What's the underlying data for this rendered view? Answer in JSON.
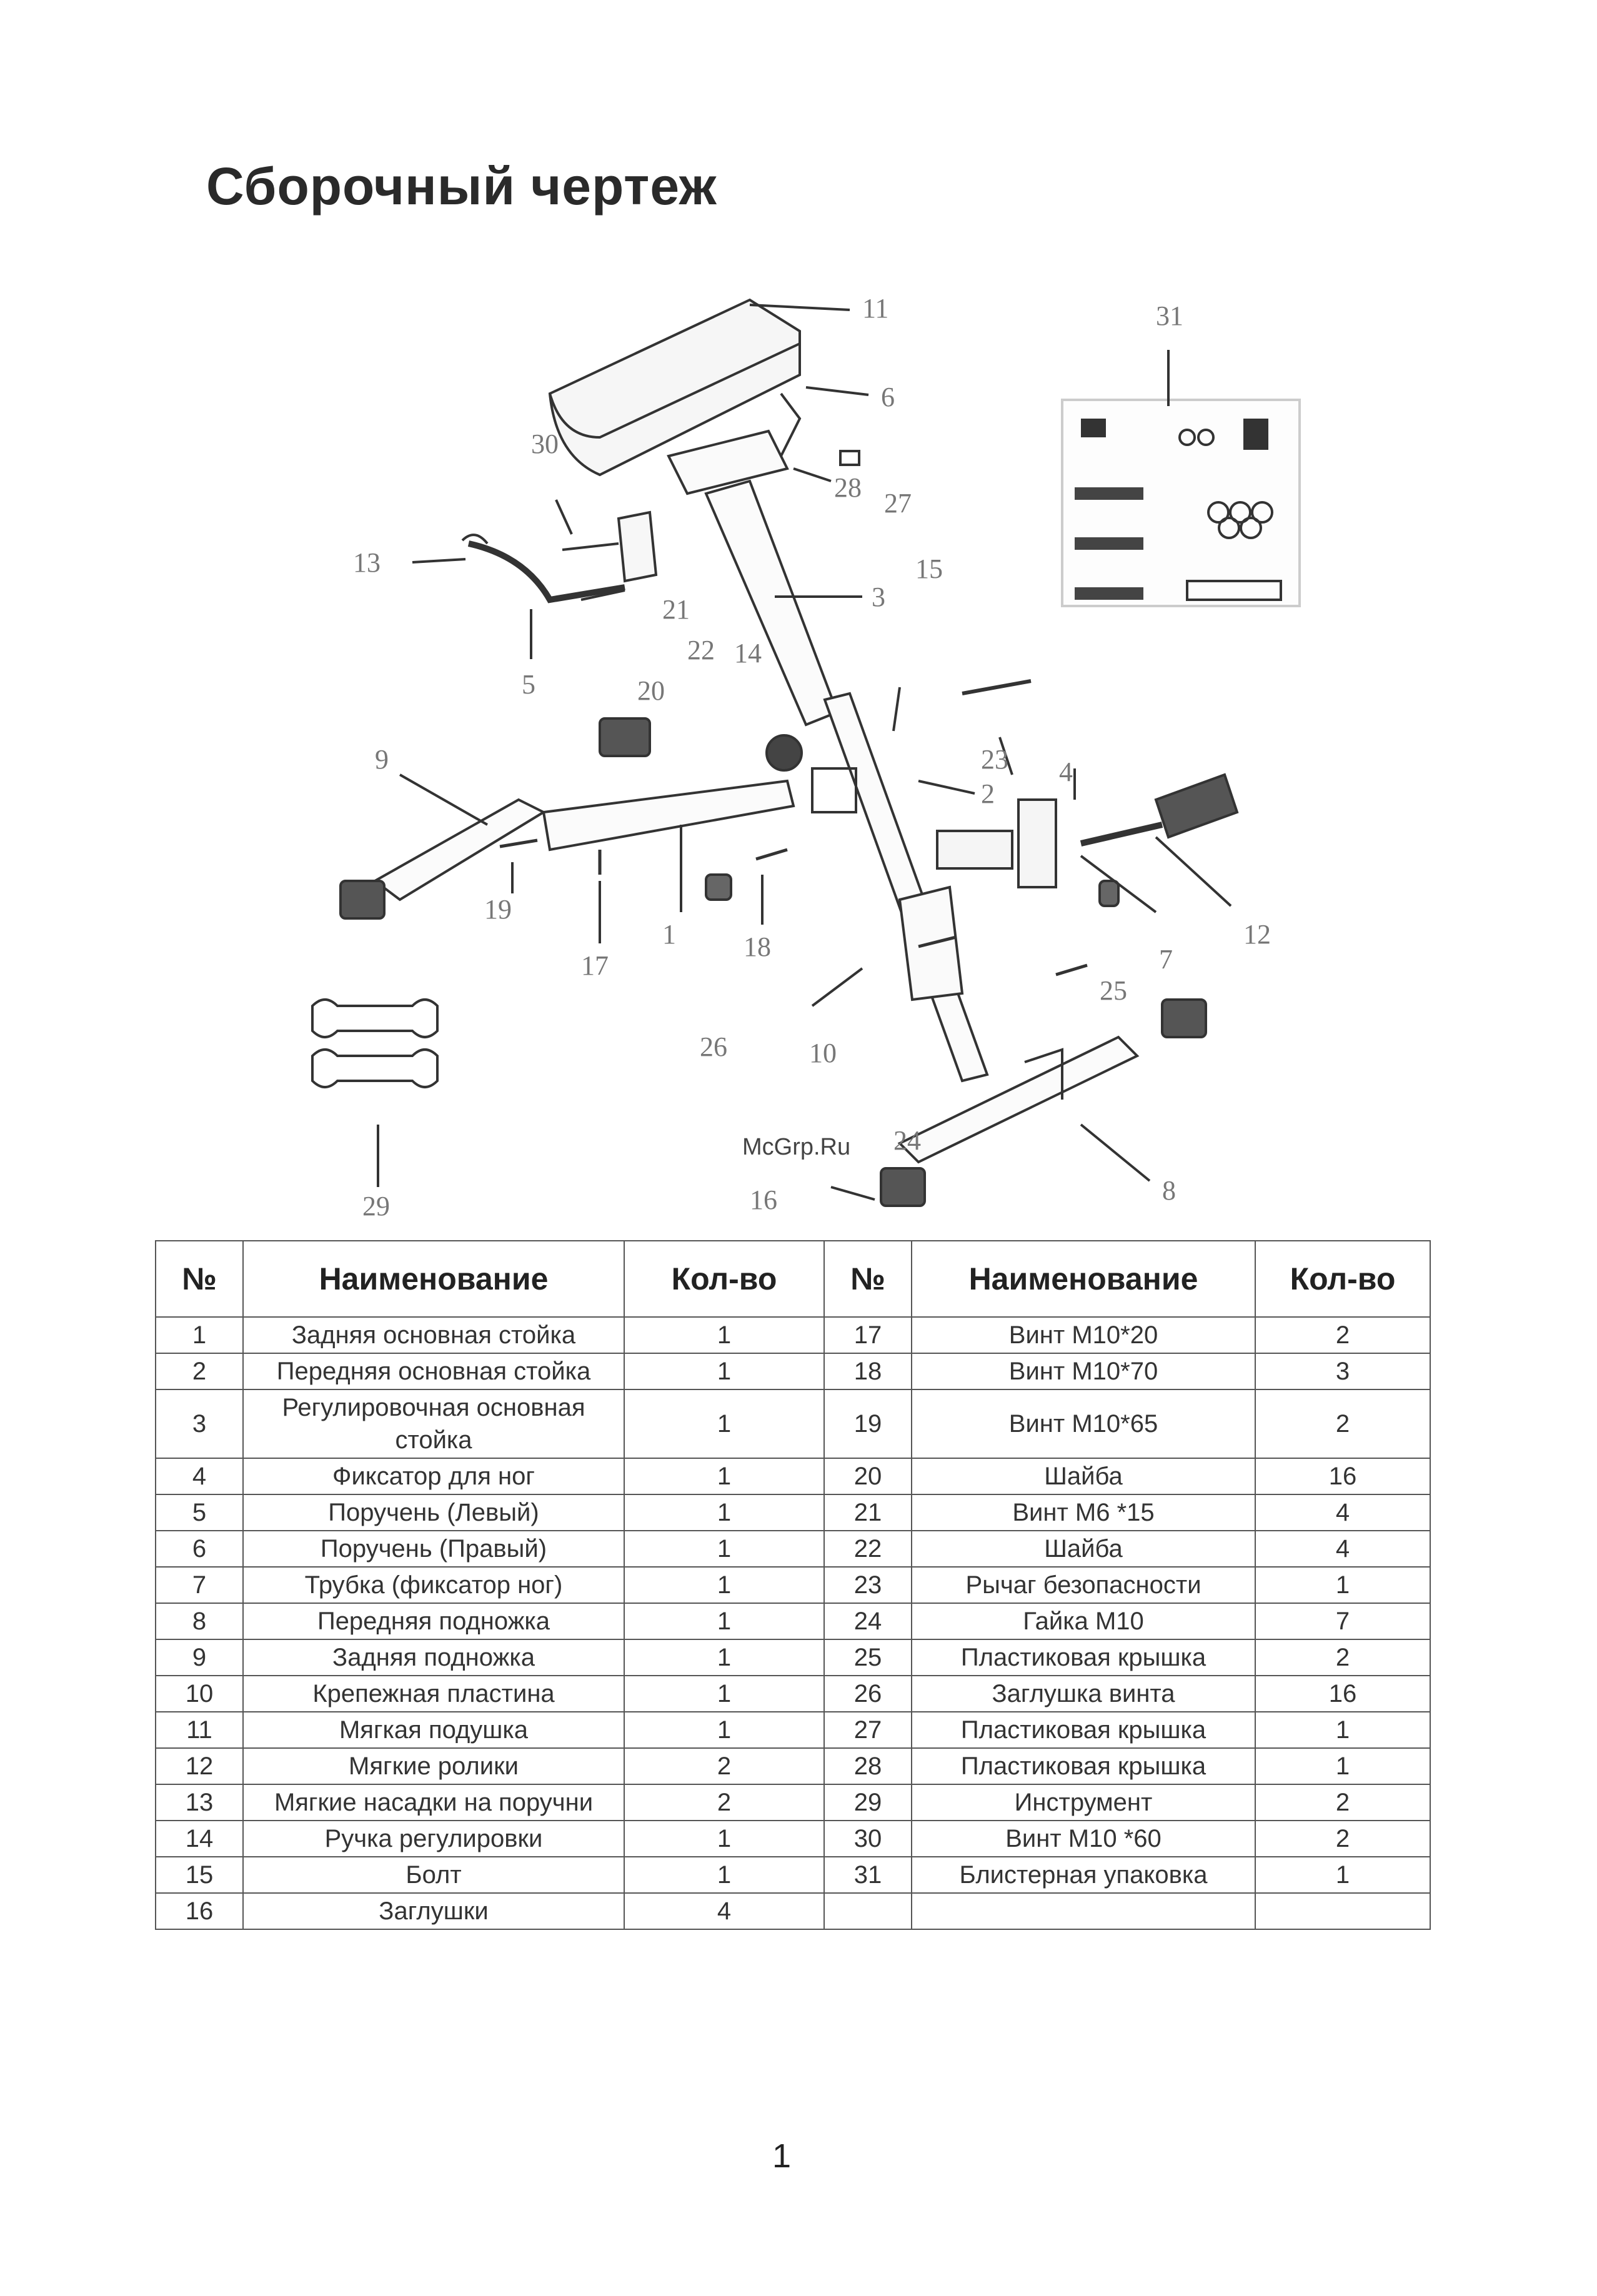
{
  "title": "Сборочный чертеж",
  "watermark": "McGrp.Ru",
  "page_number": "1",
  "diagram": {
    "callouts": [
      "1",
      "2",
      "3",
      "4",
      "5",
      "6",
      "7",
      "8",
      "9",
      "10",
      "11",
      "12",
      "13",
      "14",
      "15",
      "16",
      "17",
      "18",
      "19",
      "20",
      "21",
      "22",
      "23",
      "24",
      "25",
      "26",
      "27",
      "28",
      "29",
      "30",
      "31"
    ]
  },
  "table": {
    "headers": {
      "num": "№",
      "name": "Наименование",
      "qty": "Кол-во"
    },
    "left": [
      {
        "n": "1",
        "name": "Задняя основная стойка",
        "qty": "1"
      },
      {
        "n": "2",
        "name": "Передняя основная стойка",
        "qty": "1"
      },
      {
        "n": "3",
        "name": "Регулировочная основная стойка",
        "qty": "1"
      },
      {
        "n": "4",
        "name": "Фиксатор для ног",
        "qty": "1"
      },
      {
        "n": "5",
        "name": "Поручень (Левый)",
        "qty": "1"
      },
      {
        "n": "6",
        "name": "Поручень (Правый)",
        "qty": "1"
      },
      {
        "n": "7",
        "name": "Трубка (фиксатор ног)",
        "qty": "1"
      },
      {
        "n": "8",
        "name": "Передняя подножка",
        "qty": "1"
      },
      {
        "n": "9",
        "name": "Задняя подножка",
        "qty": "1"
      },
      {
        "n": "10",
        "name": "Крепежная пластина",
        "qty": "1"
      },
      {
        "n": "11",
        "name": "Мягкая подушка",
        "qty": "1"
      },
      {
        "n": "12",
        "name": "Мягкие ролики",
        "qty": "2"
      },
      {
        "n": "13",
        "name": "Мягкие насадки на поручни",
        "qty": "2"
      },
      {
        "n": "14",
        "name": "Ручка регулировки",
        "qty": "1"
      },
      {
        "n": "15",
        "name": "Болт",
        "qty": "1"
      },
      {
        "n": "16",
        "name": "Заглушки",
        "qty": "4"
      }
    ],
    "right": [
      {
        "n": "17",
        "name": "Винт М10*20",
        "qty": "2"
      },
      {
        "n": "18",
        "name": "Винт М10*70",
        "qty": "3"
      },
      {
        "n": "19",
        "name": "Винт М10*65",
        "qty": "2"
      },
      {
        "n": "20",
        "name": "Шайба",
        "qty": "16"
      },
      {
        "n": "21",
        "name": "Винт М6 *15",
        "qty": "4"
      },
      {
        "n": "22",
        "name": "Шайба",
        "qty": "4"
      },
      {
        "n": "23",
        "name": "Рычаг безопасности",
        "qty": "1"
      },
      {
        "n": "24",
        "name": "Гайка М10",
        "qty": "7"
      },
      {
        "n": "25",
        "name": "Пластиковая крышка",
        "qty": "2"
      },
      {
        "n": "26",
        "name": "Заглушка винта",
        "qty": "16"
      },
      {
        "n": "27",
        "name": "Пластиковая крышка",
        "qty": "1"
      },
      {
        "n": "28",
        "name": "Пластиковая крышка",
        "qty": "1"
      },
      {
        "n": "29",
        "name": "Инструмент",
        "qty": "2"
      },
      {
        "n": "30",
        "name": "Винт М10 *60",
        "qty": "2"
      },
      {
        "n": "31",
        "name": "Блистерная упаковка",
        "qty": "1"
      },
      {
        "n": "",
        "name": "",
        "qty": ""
      }
    ]
  }
}
